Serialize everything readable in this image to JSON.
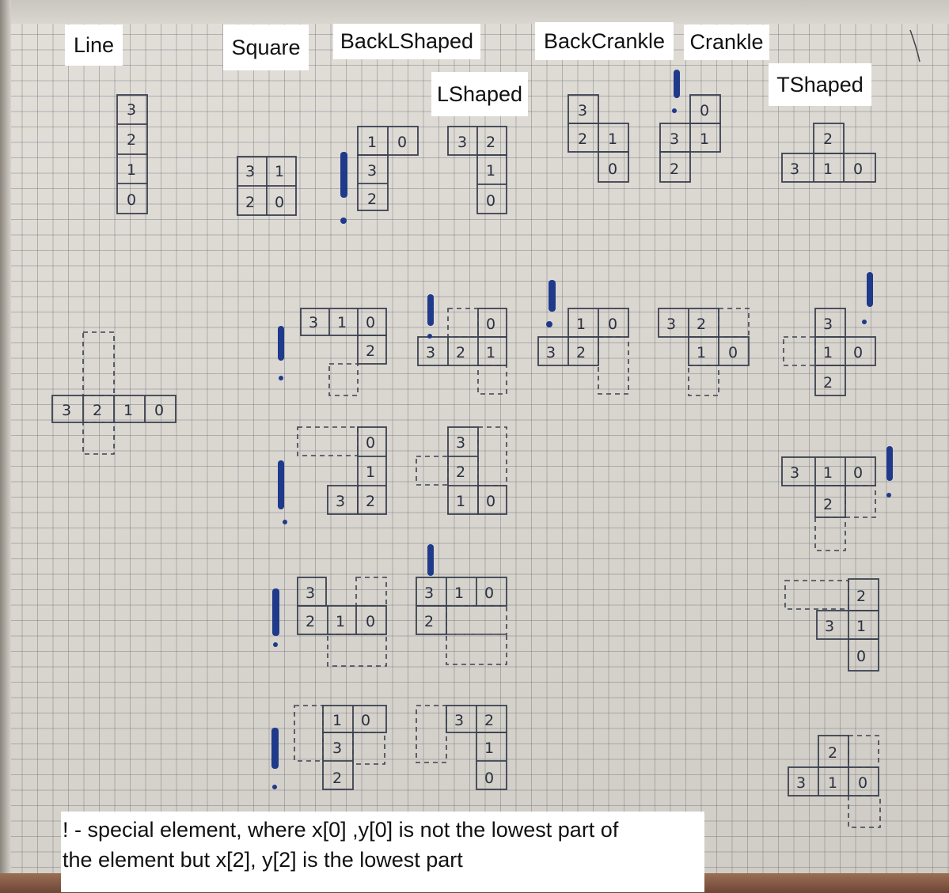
{
  "labels": {
    "line": "Line",
    "square": "Square",
    "back_l_shaped": "BackLShaped",
    "l_shaped": "LShaped",
    "back_crankle": "BackCrankle",
    "crankle": "Crankle",
    "t_shaped": "TShaped"
  },
  "note": {
    "line1": "! - special element, where x[0] ,y[0] is not the lowest part of",
    "line2": "the element but x[2], y[2] is the lowest part"
  },
  "colors": {
    "paper": "#dcd8d1",
    "grid_line": "#6e6e78",
    "pencil": "#2a3140",
    "marker_blue": "#1f3a8a",
    "label_background": "#ffffff"
  }
}
